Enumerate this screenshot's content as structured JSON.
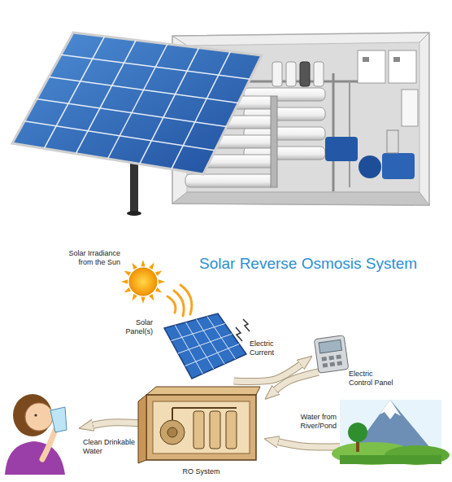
{
  "diagram": {
    "title": "Solar Reverse Osmosis System",
    "nodes": [
      {
        "text": [
          "Solar Irradiance from the Sun"
        ]
      },
      {
        "text": [
          "Solar Panel(s)"
        ]
      },
      {
        "text": [
          "Electric Control Panel"
        ]
      },
      {
        "text": [
          "Water from River/Pond"
        ]
      },
      {
        "text": [
          "RO System"
        ]
      },
      {
        "text": [
          "Clean Drinkable Water"
        ]
      }
    ],
    "edges": [
      {
        "from": 1,
        "to": 2,
        "label": "Electric Current",
        "arrow": "to"
      },
      {
        "from": 2,
        "to": 4,
        "arrow": "to"
      },
      {
        "from": 3,
        "to": 4,
        "arrow": "to"
      },
      {
        "from": 4,
        "to": 5,
        "arrow": "to"
      }
    ]
  }
}
